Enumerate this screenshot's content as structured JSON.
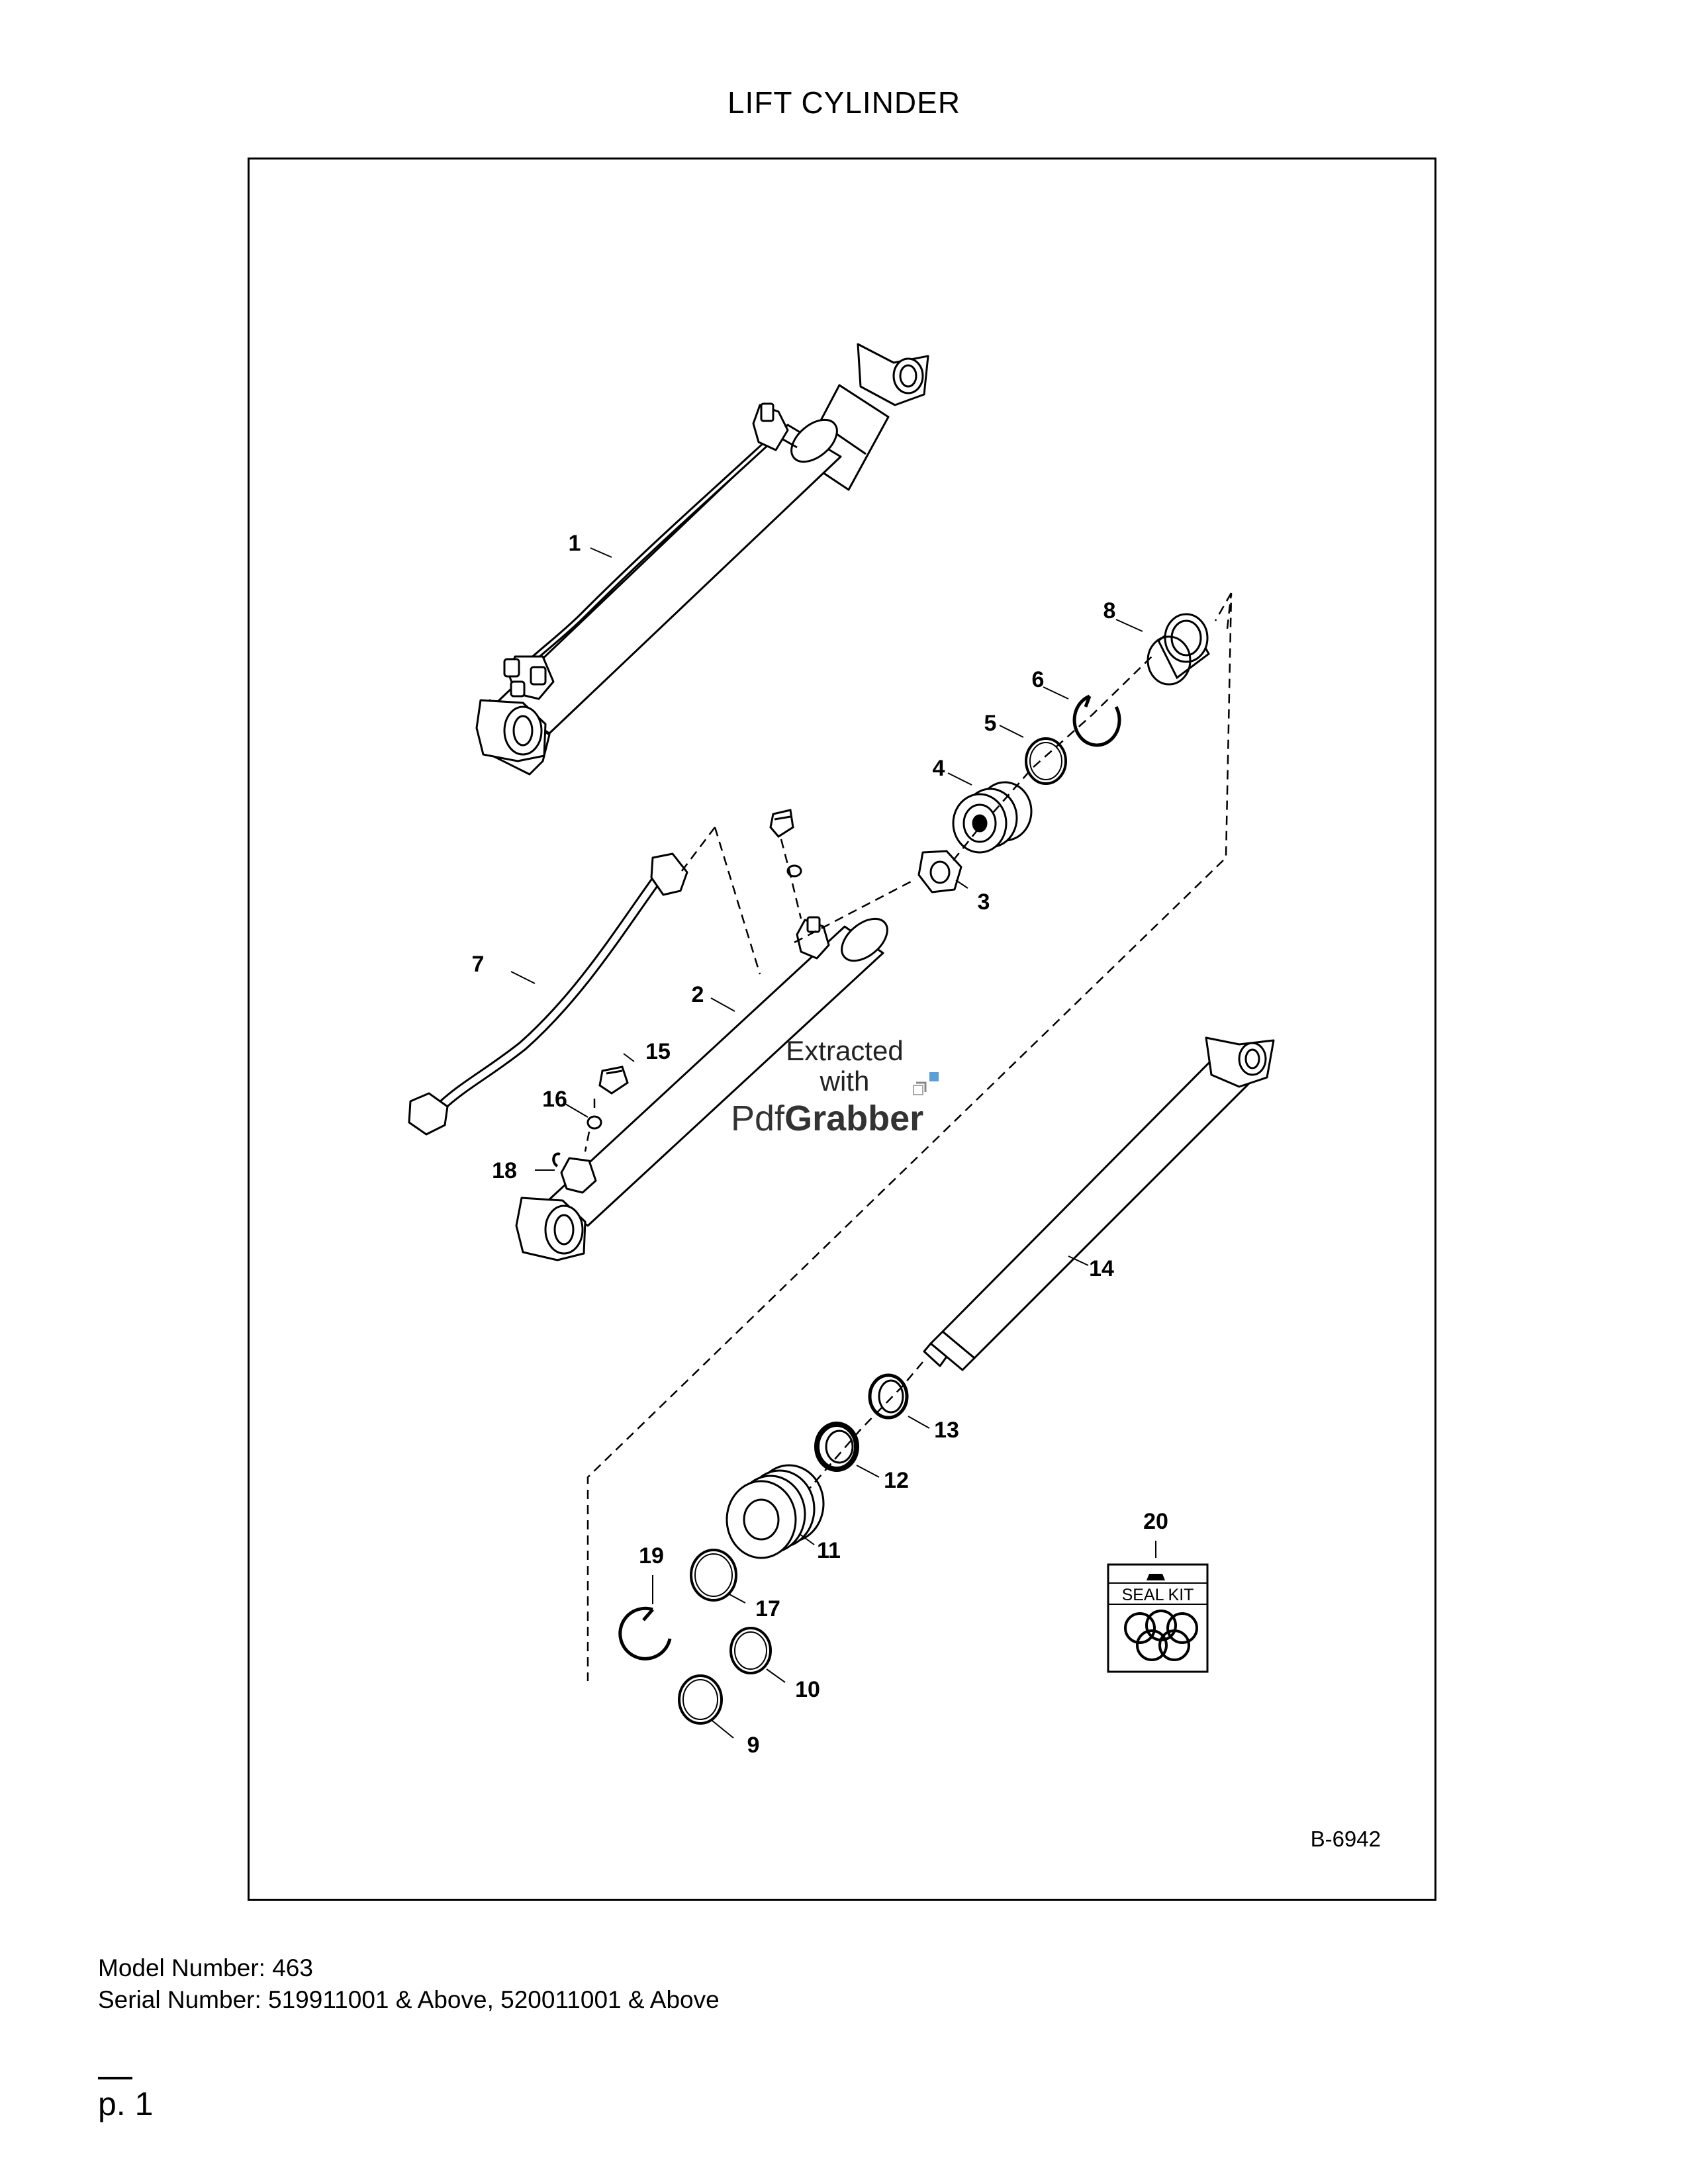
{
  "page": {
    "title": "LIFT CYLINDER"
  },
  "diagram": {
    "drawing_number": "B-6942",
    "watermark": {
      "line1": "Extracted",
      "line2": "with",
      "brand_light": "Pdf",
      "brand_bold": "Grabber"
    },
    "seal_kit_label": "SEAL KIT",
    "callouts": [
      "1",
      "2",
      "3",
      "4",
      "5",
      "6",
      "7",
      "8",
      "9",
      "10",
      "11",
      "12",
      "13",
      "14",
      "15",
      "16",
      "17",
      "18",
      "19",
      "20"
    ]
  },
  "footer": {
    "model_number": "Model Number: 463",
    "serial_number": "Serial Number: 519911001 & Above, 520011001 & Above",
    "page_number": "p. 1"
  }
}
